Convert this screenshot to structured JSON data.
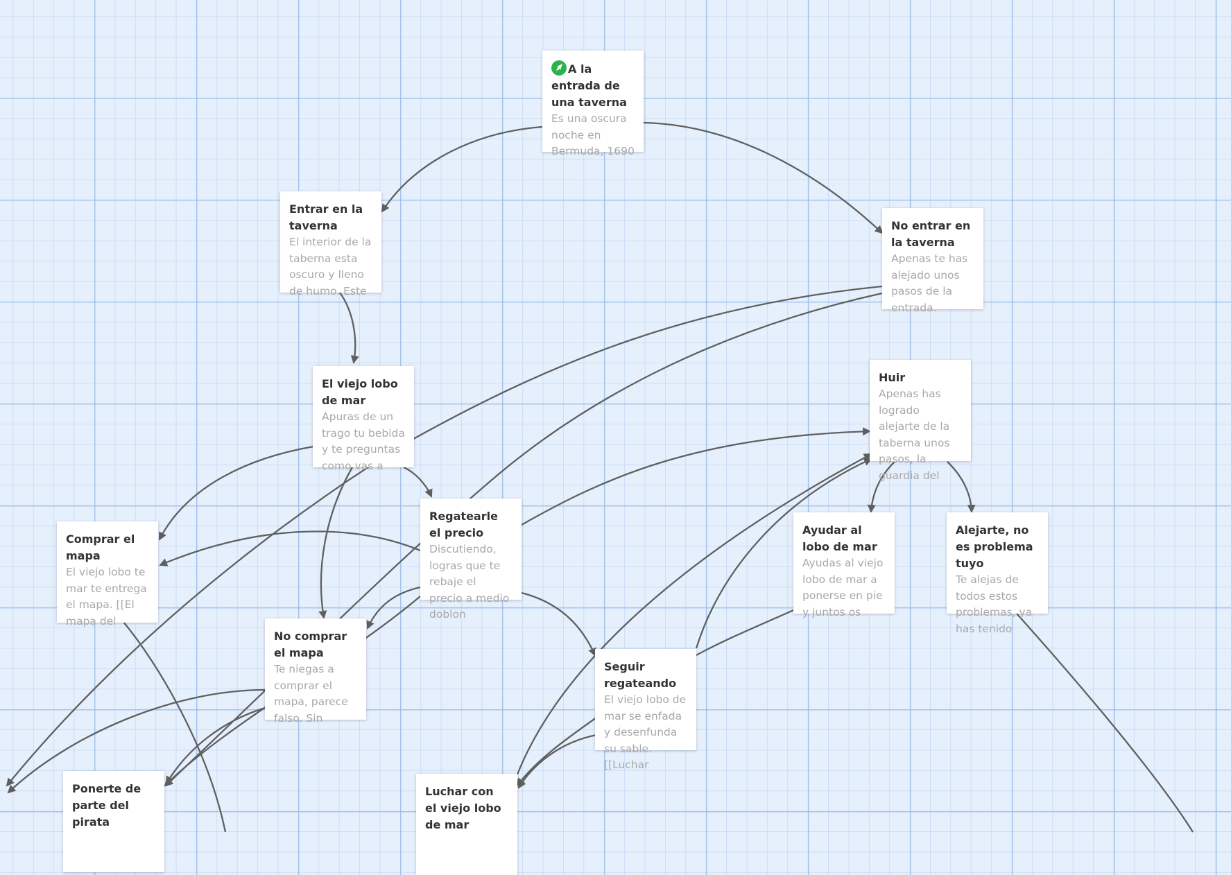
{
  "passages": [
    {
      "id": "p1",
      "start": true,
      "title": "A la entrada de una taverna",
      "excerpt": "Es una oscura noche en Bermuda, 1690"
    },
    {
      "id": "p2",
      "title": "Entrar en la taverna",
      "excerpt": "El interior de la taberna esta oscuro y lleno de humo. Este"
    },
    {
      "id": "p3",
      "title": "No entrar en la taverna",
      "excerpt": "Apenas te has alejado unos pasos de la entrada."
    },
    {
      "id": "p4",
      "title": "El viejo lobo de mar",
      "excerpt": "Apuras de un trago tu bebida y te preguntas como vas a"
    },
    {
      "id": "p5",
      "title": "Huir",
      "excerpt": "Apenas has logrado alejarte de la taberna unos pasos, la guardia del"
    },
    {
      "id": "p6",
      "title": "Regatearle el precio",
      "excerpt": "Discutiendo, logras que te rebaje el precio a medio doblon"
    },
    {
      "id": "p7",
      "title": "Comprar el mapa",
      "excerpt": "El viejo lobo te mar te entrega el mapa. [[El mapa del"
    },
    {
      "id": "p8",
      "title": "Ayudar al lobo de mar",
      "excerpt": "Ayudas al viejo lobo de mar a ponerse en pie y juntos os"
    },
    {
      "id": "p9",
      "title": "Alejarte, no es problema tuyo",
      "excerpt": "Te alejas de todos estos problemas, ya has tenido"
    },
    {
      "id": "p10",
      "title": "No comprar el mapa",
      "excerpt": "Te niegas a comprar el mapa, parece falso. Sin"
    },
    {
      "id": "p11",
      "title": "Seguir regateando",
      "excerpt": "El viejo lobo de mar se enfada y desenfunda su sable. [[Luchar"
    },
    {
      "id": "p12",
      "title": "Ponerte de parte del pirata",
      "excerpt": ""
    },
    {
      "id": "p13",
      "title": "Luchar con el viejo lobo de mar",
      "excerpt": ""
    }
  ],
  "icons": {
    "start": "rocket-icon"
  },
  "colors": {
    "link": "#5f5f5f",
    "start_badge": "#2bb24c"
  }
}
